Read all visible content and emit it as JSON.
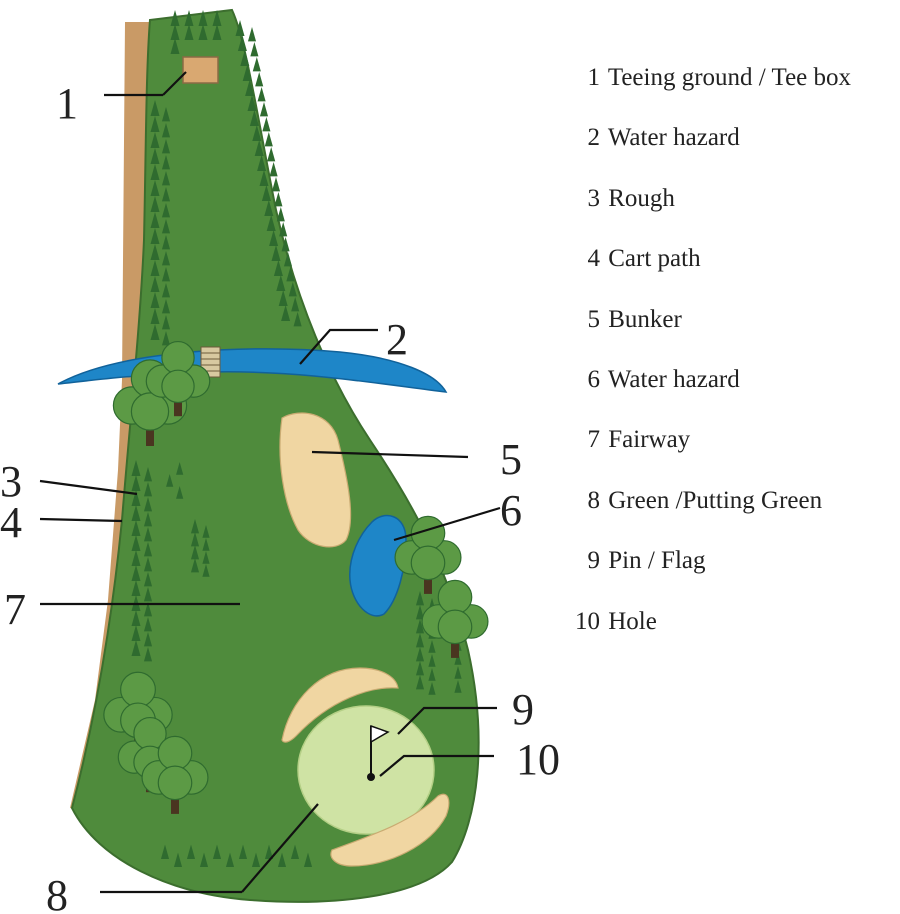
{
  "colors": {
    "fairway": "#4f8b3c",
    "fairway_edge": "#3c6e2e",
    "cart_path": "#c99a66",
    "water": "#1e86c8",
    "bunker": "#f0d6a2",
    "green": "#cfe3a4",
    "tee_box": "#d9a871",
    "tree_dark": "#2f6b2f",
    "tree_light": "#5c9a45",
    "trunk": "#4a3520",
    "line": "#111111"
  },
  "legend": [
    {
      "num": "1",
      "label": "Teeing ground / Tee box"
    },
    {
      "num": "2",
      "label": "Water hazard"
    },
    {
      "num": "3",
      "label": "Rough"
    },
    {
      "num": "4",
      "label": "Cart path"
    },
    {
      "num": "5",
      "label": "Bunker"
    },
    {
      "num": "6",
      "label": "Water hazard"
    },
    {
      "num": "7",
      "label": "Fairway"
    },
    {
      "num": "8",
      "label": "Green /Putting Green"
    },
    {
      "num": "9",
      "label": "Pin / Flag"
    },
    {
      "num": "10",
      "label": "Hole"
    }
  ],
  "callouts": {
    "c1": "1",
    "c2": "2",
    "c3": "3",
    "c4": "4",
    "c5": "5",
    "c6": "6",
    "c7": "7",
    "c8": "8",
    "c9": "9",
    "c10": "10"
  }
}
